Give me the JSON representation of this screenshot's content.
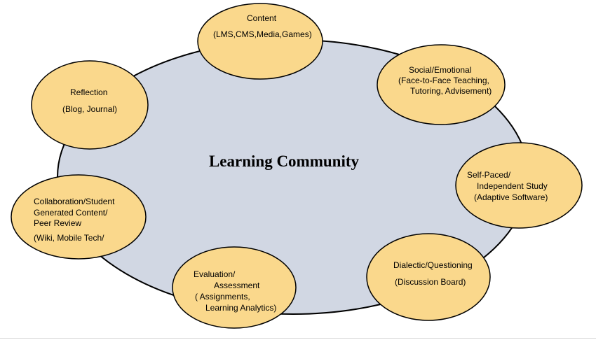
{
  "title": "Learning Community",
  "nodes": [
    {
      "id": "content",
      "lines": [
        "Content",
        "(LMS,CMS,Media,Games)"
      ]
    },
    {
      "id": "social",
      "lines": [
        "Social/Emotional",
        "(Face-to-Face Teaching,",
        "Tutoring, Advisement)"
      ]
    },
    {
      "id": "selfpaced",
      "lines": [
        "Self-Paced/",
        "Independent Study",
        "(Adaptive Software)"
      ]
    },
    {
      "id": "dialectic",
      "lines": [
        "Dialectic/Questioning",
        "(Discussion Board)"
      ]
    },
    {
      "id": "evaluation",
      "lines": [
        "Evaluation/",
        "Assessment",
        "( Assignments,",
        "Learning Analytics)"
      ]
    },
    {
      "id": "collaboration",
      "lines": [
        "Collaboration/Student",
        "Generated Content/",
        "Peer Review",
        "(Wiki, Mobile Tech/"
      ]
    },
    {
      "id": "reflection",
      "lines": [
        "Reflection",
        "(Blog, Journal)"
      ]
    }
  ],
  "colors": {
    "hub_fill": "#d1d7e3",
    "node_fill": "#fad88c",
    "stroke": "#000000"
  }
}
